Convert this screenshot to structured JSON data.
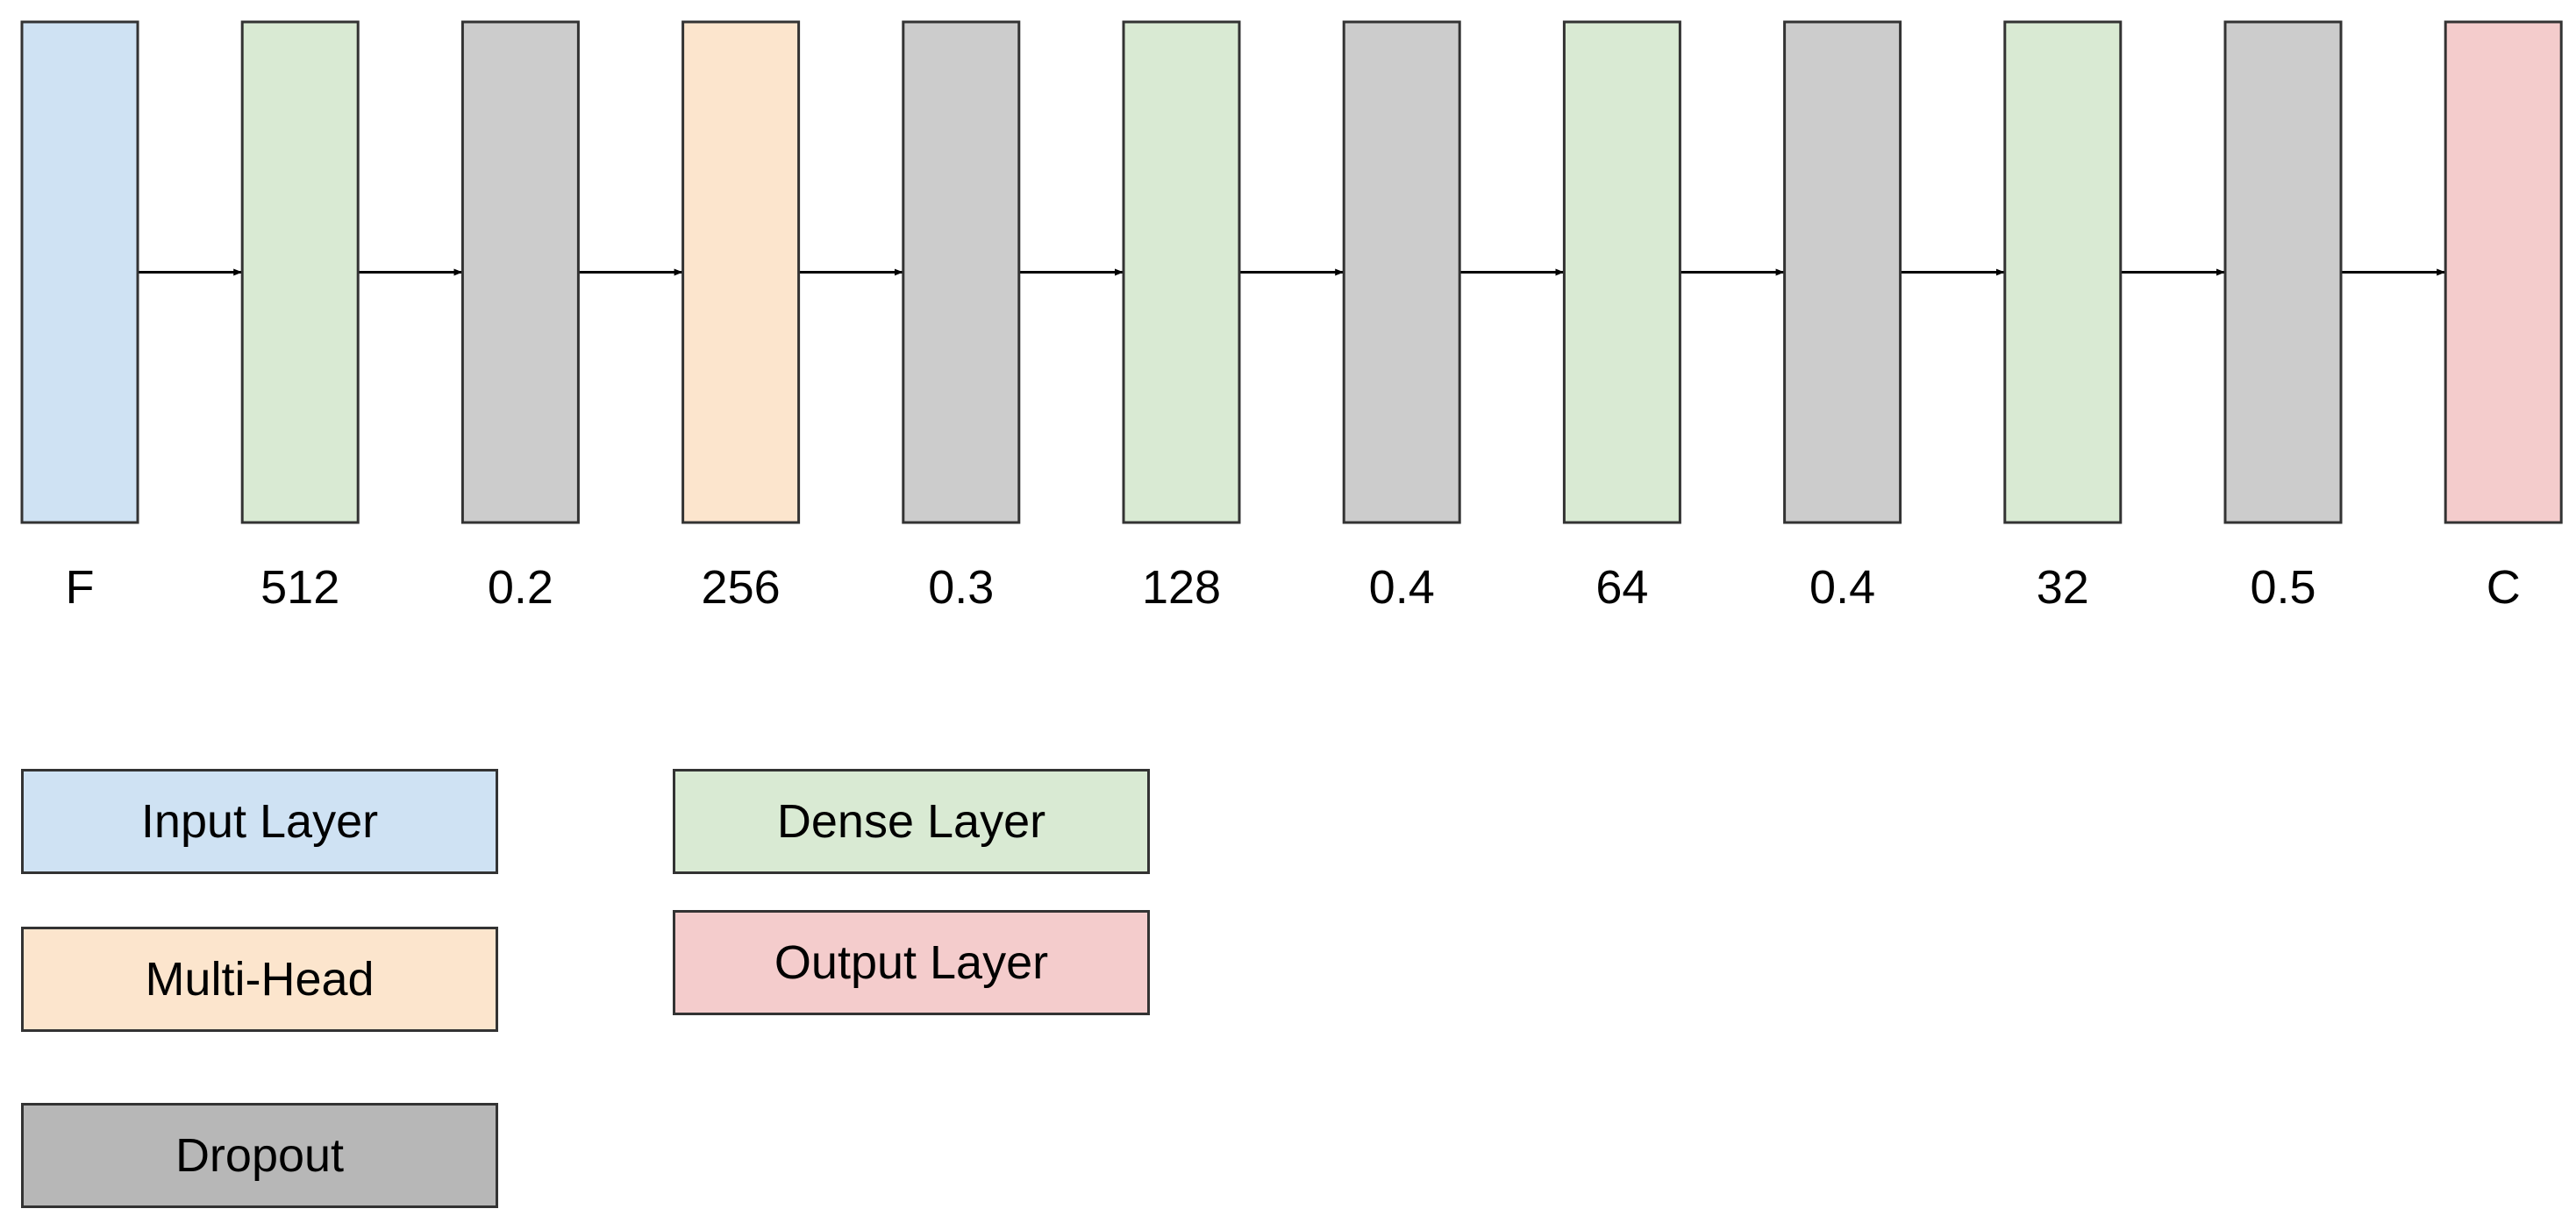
{
  "colors": {
    "input": "#cfe2f3",
    "dense": "#d9ead3",
    "dropout": "#cccccc",
    "multihead": "#fce5cd",
    "output": "#f4cccc",
    "legend_dropout": "#b7b7b7",
    "stroke": "#333333",
    "arrow": "#000000"
  },
  "layers": [
    {
      "type": "input",
      "label": "F"
    },
    {
      "type": "dense",
      "label": "512"
    },
    {
      "type": "dropout",
      "label": "0.2"
    },
    {
      "type": "multihead",
      "label": "256"
    },
    {
      "type": "dropout",
      "label": "0.3"
    },
    {
      "type": "dense",
      "label": "128"
    },
    {
      "type": "dropout",
      "label": "0.4"
    },
    {
      "type": "dense",
      "label": "64"
    },
    {
      "type": "dropout",
      "label": "0.4"
    },
    {
      "type": "dense",
      "label": "32"
    },
    {
      "type": "dropout",
      "label": "0.5"
    },
    {
      "type": "output",
      "label": "C"
    }
  ],
  "legend": {
    "input": "Input Layer",
    "dense": "Dense Layer",
    "multihead": "Multi-Head",
    "output": "Output Layer",
    "dropout": "Dropout"
  }
}
